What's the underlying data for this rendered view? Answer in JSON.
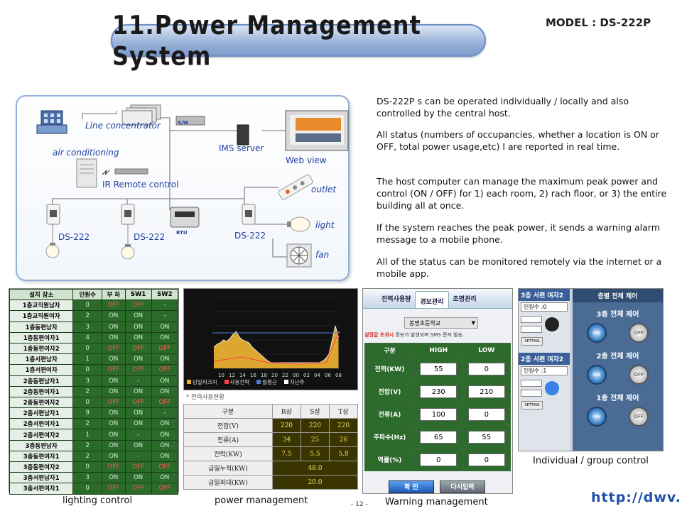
{
  "header": {
    "title": "11.Power Management System",
    "model": "MODEL :  DS-222P"
  },
  "diagram": {
    "line_concentrator": "Line concentrator",
    "sw": "S/W",
    "ims_server": "IMS server",
    "web_view": "Web view",
    "air_conditioning": "air conditioning",
    "ir_remote": "IR Remote control",
    "outlet": "outlet",
    "light": "light",
    "fan": "fan",
    "ds1": "DS-222",
    "ds2": "DS-222",
    "ds3": "DS-222",
    "rtu": "RTU"
  },
  "description": [
    " DS-222P s can be  operated  individually / locally and also controlled by the central host.",
    "All status (numbers of occupancies, whether a location is ON or OFF, total power usage,etc) I are reported in real time.",
    "The host computer can  manage the maximum peak power and control (ON / OFF) for  1) each room, 2) rach floor, or 3) the entire building all at once.",
    "If the system reaches the peak power, it sends a warning alarm message to a mobile phone.",
    "All of the status can be monitored remotely via the internet or a mobile app."
  ],
  "lighting": {
    "caption": "lighting control",
    "headers": [
      "설치 장소",
      "인원수",
      "부 하",
      "SW1",
      "SW2"
    ],
    "rows": [
      [
        "1층교직원남자",
        "0",
        "OFF",
        "OFF",
        "-"
      ],
      [
        "1층교직원여자",
        "2",
        "ON",
        "ON",
        "-"
      ],
      [
        "1층동편남자",
        "3",
        "ON",
        "ON",
        "ON"
      ],
      [
        "1층동편여자1",
        "4",
        "ON",
        "ON",
        "ON"
      ],
      [
        "1층동편여자2",
        "0",
        "OFF",
        "OFF",
        "OFF"
      ],
      [
        "1층서편남자",
        "1",
        "ON",
        "ON",
        "ON"
      ],
      [
        "1층서편여자",
        "0",
        "OFF",
        "OFF",
        "OFF"
      ],
      [
        "2층동편남자1",
        "3",
        "ON",
        "-",
        "ON"
      ],
      [
        "2층동편여자1",
        "2",
        "ON",
        "ON",
        "ON"
      ],
      [
        "2층동편여자2",
        "0",
        "OFF",
        "OFF",
        "OFF"
      ],
      [
        "2층서편남자1",
        "9",
        "ON",
        "ON",
        "-"
      ],
      [
        "2층서편여자1",
        "2",
        "ON",
        "ON",
        "ON"
      ],
      [
        "2층서편여자2",
        "1",
        "ON",
        "-",
        "ON"
      ],
      [
        "3층동편남자",
        "2",
        "ON",
        "ON",
        "ON"
      ],
      [
        "3층동편여자1",
        "2",
        "ON",
        "-",
        "ON"
      ],
      [
        "3층동편여자2",
        "0",
        "OFF",
        "OFF",
        "OFF"
      ],
      [
        "3층서편남자1",
        "3",
        "ON",
        "ON",
        "ON"
      ],
      [
        "3층서편여자1",
        "0",
        "OFF",
        "OFF",
        "OFF"
      ]
    ]
  },
  "power": {
    "caption": "power management",
    "chart_ticks": [
      "10",
      "12",
      "14",
      "16",
      "18",
      "20",
      "22",
      "00",
      "02",
      "04",
      "06",
      "08"
    ],
    "legend": [
      "당일피크치",
      "사용전력",
      "월평균",
      "지난주"
    ],
    "section_title": "* 전력사용현황",
    "table_headers": [
      "구분",
      "R상",
      "S상",
      "T상"
    ],
    "rows": [
      {
        "label": "전압(V)",
        "values": [
          "220",
          "220",
          "220"
        ]
      },
      {
        "label": "전류(A)",
        "values": [
          "34",
          "25",
          "26"
        ]
      },
      {
        "label": "전력(KW)",
        "values": [
          "7.5",
          "5.5",
          "5.8"
        ]
      }
    ],
    "cum_label": "금일누적(KW)",
    "cum_value": "48.0",
    "max_label": "금일최대(KW)",
    "max_value": "20.0"
  },
  "warning": {
    "caption": "Warning management",
    "tabs": [
      "전력사용량",
      "경보관리",
      "조명관리"
    ],
    "school": "봉명초등학교",
    "note_red": "설정값 초과시",
    "note": " 경보가 발생되며 SMS 문자 발송.",
    "headers": [
      "구분",
      "HIGH",
      "LOW"
    ],
    "rows": [
      {
        "label": "전력(KW)",
        "high": "55",
        "low": "0"
      },
      {
        "label": "전압(V)",
        "high": "230",
        "low": "210"
      },
      {
        "label": "전류(A)",
        "high": "100",
        "low": "0"
      },
      {
        "label": "주파수(Hz)",
        "high": "65",
        "low": "55"
      },
      {
        "label": "역률(%)",
        "high": "0",
        "low": "0"
      }
    ],
    "confirm": "확  인",
    "reenter": "다시입력"
  },
  "control": {
    "caption": "Individual / group control",
    "card1_title": "3층 서편 여자2",
    "card1_count": "인원수 :0",
    "card2_title": "2층 서편 여자2",
    "card2_count": "인원수 :1",
    "setting": "SETTING",
    "group_title": "층별 전체 제어",
    "floors": [
      "3층 전체 제어",
      "2층 전체 제어",
      "1층 전체 제어"
    ],
    "on": "ON",
    "off": "OFF"
  },
  "footer": {
    "page": "- 12 -",
    "url": "http://dwv.kr"
  }
}
